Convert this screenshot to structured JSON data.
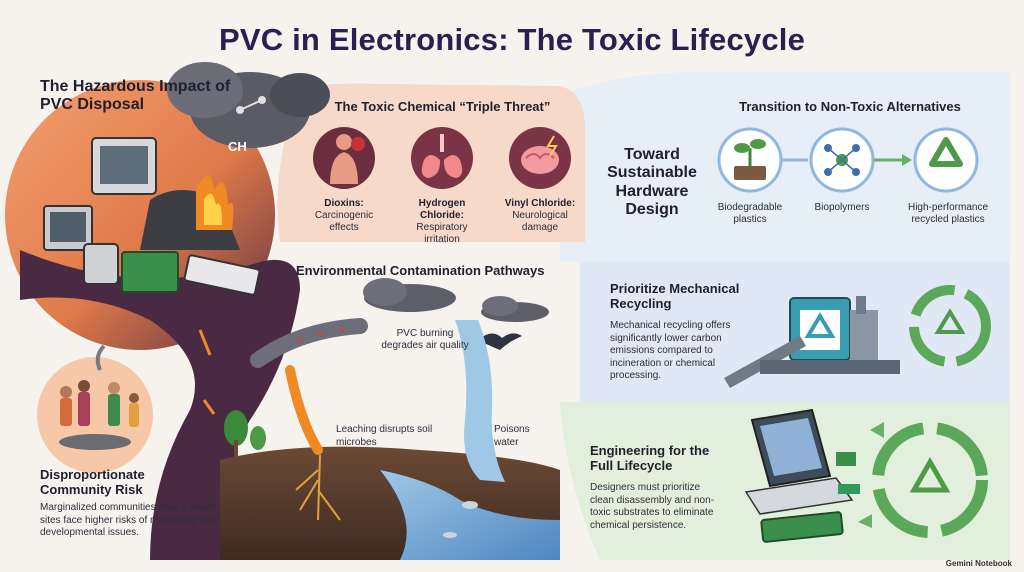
{
  "title": "PVC in Electronics: The Toxic Lifecycle",
  "left": {
    "heading": "The Hazardous Impact of PVC Disposal",
    "smoke_label": "CH",
    "community": {
      "heading": "Disproportionate Community Risk",
      "body": "Marginalized communities near e-waste sites face higher risks of respiratory and developmental issues."
    }
  },
  "triple_threat": {
    "heading": "The Toxic Chemical “Triple Threat”",
    "items": [
      {
        "name": "Dioxins:",
        "desc": "Carcinogenic effects",
        "icon": "lungs-body-icon"
      },
      {
        "name": "Hydrogen Chloride:",
        "desc": "Respiratory irritation",
        "icon": "lungs-icon"
      },
      {
        "name": "Vinyl Chloride:",
        "desc": "Neurological damage",
        "icon": "brain-icon"
      }
    ]
  },
  "pathways": {
    "heading": "Environmental Contamination Pathways",
    "air": "PVC burning degrades air quality",
    "soil": "Leaching disrupts soil microbes",
    "water": "Poisons water"
  },
  "right": {
    "toward": "Toward Sustainable Hardware Design",
    "alternatives": {
      "heading": "Transition to Non-Toxic Alternatives",
      "items": [
        {
          "label": "Biodegradable plastics",
          "icon": "sprout-icon"
        },
        {
          "label": "Biopolymers",
          "icon": "molecule-icon"
        },
        {
          "label": "High-performance recycled plastics",
          "icon": "recycle-icon"
        }
      ]
    },
    "mechanical": {
      "heading": "Prioritize Mechanical Recycling",
      "body": "Mechanical recycling offers significantly lower carbon emissions compared to incineration or chemical processing."
    },
    "engineering": {
      "heading": "Engineering for the Full Lifecycle",
      "body": "Designers must prioritize clean disassembly and non-toxic substrates to eliminate chemical persistence."
    }
  },
  "brand": "Gemini Notebook",
  "colors": {
    "dark_purple": "#3b2340",
    "peach": "#f6d9c8",
    "fire": "#f08a24",
    "smoke": "#5b5b66",
    "blue_panel": "#dfeaf6",
    "green_panel": "#e3f0dc",
    "recycle_green": "#4f9a48"
  }
}
